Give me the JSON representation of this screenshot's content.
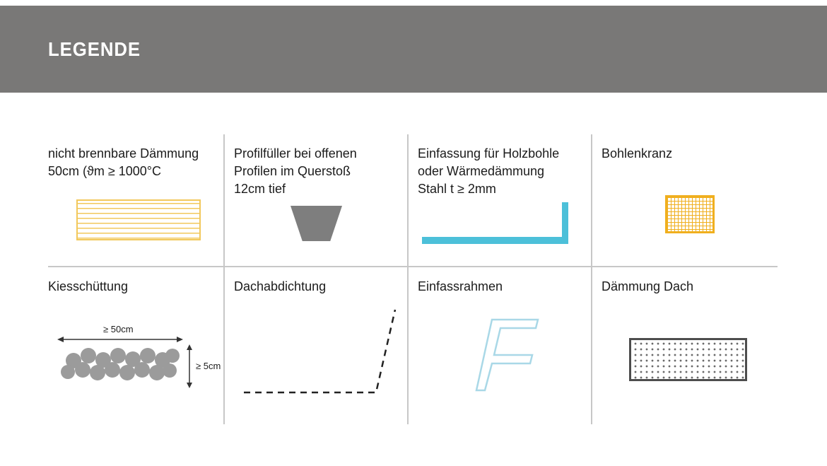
{
  "header": {
    "title": "LEGENDE"
  },
  "items": [
    {
      "label": "nicht brennbare Dämmung\n50cm (ϑm ≥ 1000°C"
    },
    {
      "label": "Profilfüller bei offenen\nProfilen im Querstoß\n12cm tief"
    },
    {
      "label": "Einfassung für Holzbohle\noder Wärmedämmung\nStahl t ≥ 2mm"
    },
    {
      "label": "Bohlenkranz"
    },
    {
      "label": "Kiesschüttung"
    },
    {
      "label": "Dachabdichtung"
    },
    {
      "label": "Einfassrahmen"
    },
    {
      "label": "Dämmung Dach"
    }
  ],
  "kies": {
    "width_label": "≥ 50cm",
    "height_label": "≥ 5cm"
  },
  "colors": {
    "header_gray": "#797877",
    "divider_gray": "#c7c7c7",
    "accent_yellow": "#f2c85c",
    "accent_orange": "#f0af1e",
    "accent_teal": "#4cc0d9",
    "accent_lightblue": "#a9d8e7",
    "shape_gray": "#7e7e7e",
    "dark_outline": "#4d4d4d"
  }
}
